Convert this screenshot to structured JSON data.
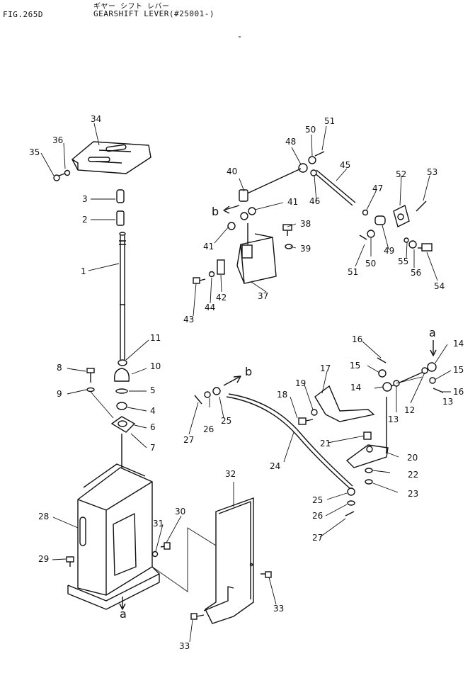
{
  "header": {
    "figure_number": "FIG.265D",
    "title_jp": "ギヤー シフト レバー",
    "title_en": "GEARSHIFT LEVER(#25001-)"
  },
  "callouts": {
    "p1": "1",
    "p2": "2",
    "p3": "3",
    "p4": "4",
    "p5": "5",
    "p6": "6",
    "p7": "7",
    "p8": "8",
    "p9": "9",
    "p10": "10",
    "p11": "11",
    "p12": "12",
    "p13a": "13",
    "p13b": "13",
    "p14a": "14",
    "p14b": "14",
    "p15a": "15",
    "p15b": "15",
    "p16a": "16",
    "p16b": "16",
    "p17": "17",
    "p18": "18",
    "p19": "19",
    "p20": "20",
    "p21": "21",
    "p22": "22",
    "p23": "23",
    "p24": "24",
    "p25a": "25",
    "p25b": "25",
    "p26a": "26",
    "p26b": "26",
    "p27a": "27",
    "p27b": "27",
    "p28": "28",
    "p29": "29",
    "p30": "30",
    "p31": "31",
    "p32": "32",
    "p33a": "33",
    "p33b": "33",
    "p34": "34",
    "p35": "35",
    "p36": "36",
    "p37": "37",
    "p38": "38",
    "p39": "39",
    "p40": "40",
    "p41a": "41",
    "p41b": "41",
    "p42": "42",
    "p43": "43",
    "p44": "44",
    "p45": "45",
    "p46": "46",
    "p47": "47",
    "p48": "48",
    "p49": "49",
    "p50a": "50",
    "p50b": "50",
    "p51a": "51",
    "p51b": "51",
    "p52": "52",
    "p53": "53",
    "p54": "54",
    "p55": "55",
    "p56": "56"
  },
  "references": {
    "a_top": "a",
    "a_bottom": "a",
    "b_top": "b",
    "b_mid": "b"
  }
}
